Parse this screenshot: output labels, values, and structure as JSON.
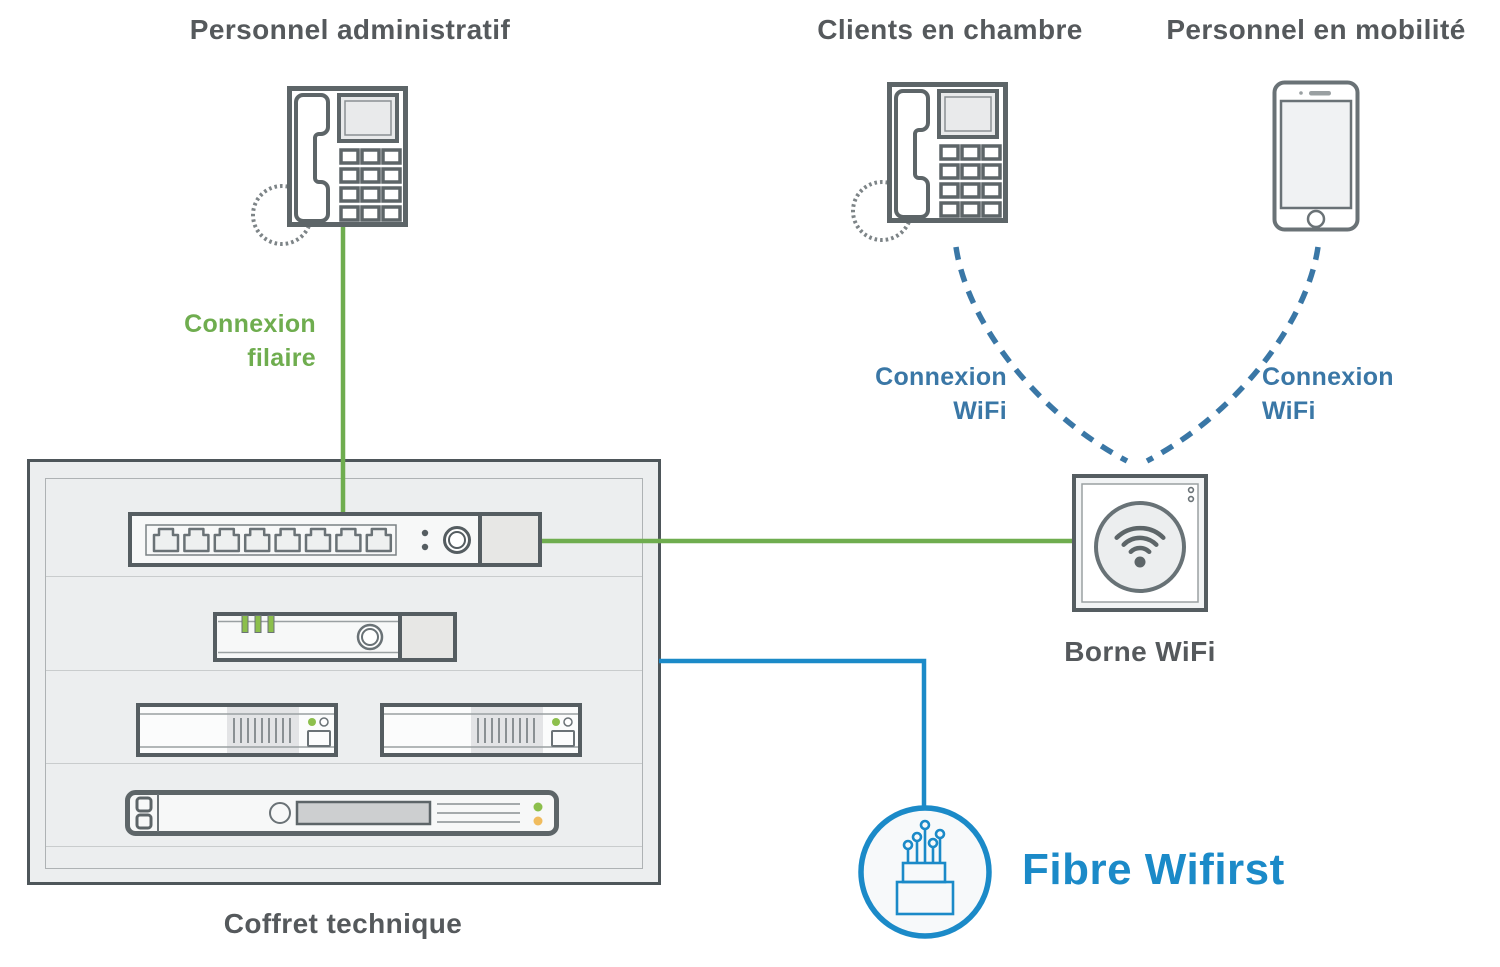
{
  "nodes": {
    "admin_staff": {
      "label": "Personnel administratif",
      "icon": "desk-phone-icon"
    },
    "room_clients": {
      "label": "Clients en chambre",
      "icon": "desk-phone-icon"
    },
    "mobile_staff": {
      "label": "Personnel en mobilité",
      "icon": "smartphone-icon"
    },
    "wifi_ap": {
      "label": "Borne WiFi",
      "icon": "wifi-access-point-icon"
    },
    "cabinet": {
      "label": "Coffret technique",
      "icon": "network-cabinet-icon"
    },
    "fiber": {
      "label": "Fibre Wifirst",
      "icon": "fiber-optic-cable-icon"
    }
  },
  "connections": {
    "wired": {
      "label": "Connexion filaire",
      "style": "solid-green-line"
    },
    "wifi_left": {
      "label": "Connexion WiFi",
      "style": "dashed-blue-curve"
    },
    "wifi_right": {
      "label": "Connexion WiFi",
      "style": "dashed-blue-curve"
    },
    "ap_uplink": {
      "style": "solid-green-line"
    },
    "fiber_link": {
      "style": "solid-blue-line"
    }
  },
  "colors": {
    "green": "#6fad4f",
    "fiber_blue": "#1b8ac8",
    "wifi_blue": "#3a77a6",
    "text_dark": "#55595c",
    "outline_dark": "#555d61",
    "panel_gray": "#eceeef",
    "led_green": "#8cbf4c",
    "led_orange": "#f0bc5e"
  }
}
